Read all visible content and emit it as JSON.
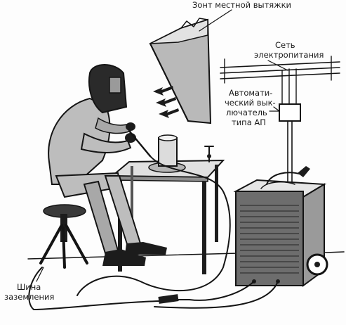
{
  "labels": {
    "hood": "Зонт местной вытяжки",
    "grid_line1": "Сеть",
    "grid_line2": "электропитания",
    "breaker_line1": "Автомати-",
    "breaker_line2": "ческий вык-",
    "breaker_line3": "лючатель",
    "breaker_line4": "типа АП",
    "ground_line1": "Шина",
    "ground_line2": "заземления"
  }
}
